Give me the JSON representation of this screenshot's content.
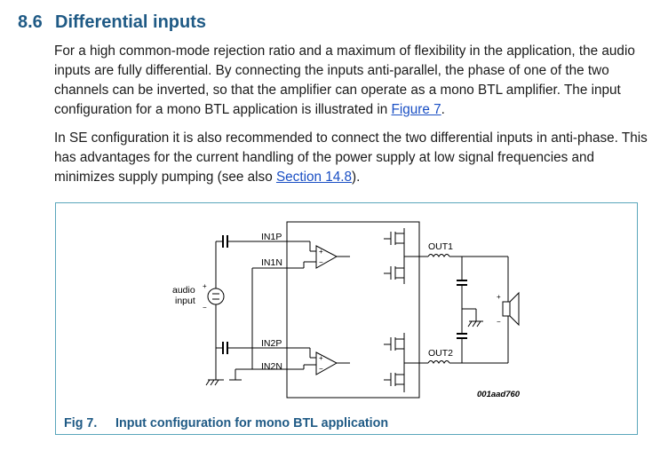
{
  "section": {
    "number": "8.6",
    "title": "Differential inputs"
  },
  "paragraph1": {
    "text": "For a high common-mode rejection ratio and a maximum of flexibility in the application, the audio inputs are fully differential. By connecting the inputs anti-parallel, the phase of one of the two channels can be inverted, so that the amplifier can operate as a mono BTL amplifier. The input configuration for a mono BTL application is illustrated in ",
    "link": "Figure 7",
    "end": "."
  },
  "paragraph2": {
    "text": "In SE configuration it is also recommended to connect the two differential inputs in anti-phase. This has advantages for the current handling of the power supply at low signal frequencies and minimizes supply pumping (see also ",
    "link": "Section 14.8",
    "end": ")."
  },
  "figure": {
    "labels": {
      "in1p": "IN1P",
      "in1n": "IN1N",
      "in2p": "IN2P",
      "in2n": "IN2N",
      "out1": "OUT1",
      "out2": "OUT2",
      "audio": "audio",
      "input": "input",
      "plus": "+",
      "minus": "−",
      "code": "001aad760"
    },
    "caption_number": "Fig 7.",
    "caption_title": "Input configuration for mono BTL application"
  }
}
